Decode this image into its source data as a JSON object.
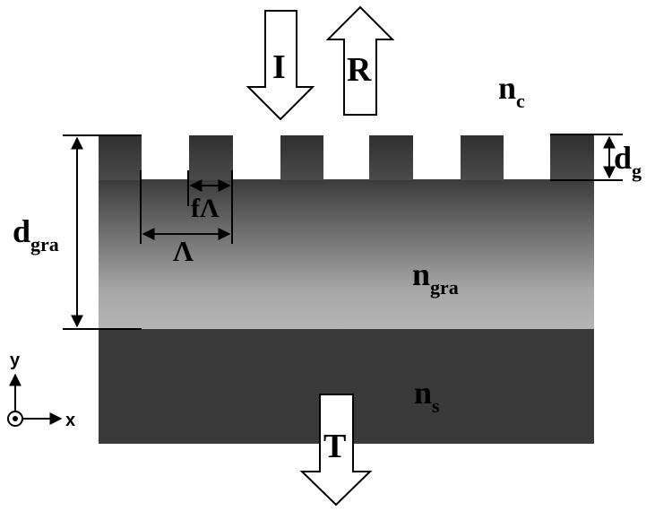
{
  "labels": {
    "incident": "I",
    "reflected": "R",
    "transmitted": "T",
    "cover_n": "n",
    "cover_sub": "c",
    "grating_thickness_d": "d",
    "grating_thickness_sub": "gra",
    "groove_depth_d": "d",
    "groove_depth_sub": "g",
    "fill_factor": "fΛ",
    "period": "Λ",
    "grating_n": "n",
    "grating_sub": "gra",
    "substrate_n": "n",
    "substrate_sub": "s",
    "axis_y": "y",
    "axis_x": "x"
  },
  "colors": {
    "grating_top": "#3a3a3a",
    "grating_bottom": "#b2b2b2",
    "substrate": "#3a3a3a",
    "lines": "#000000",
    "arrow_fill": "#ffffff"
  },
  "ridge_count": 6
}
